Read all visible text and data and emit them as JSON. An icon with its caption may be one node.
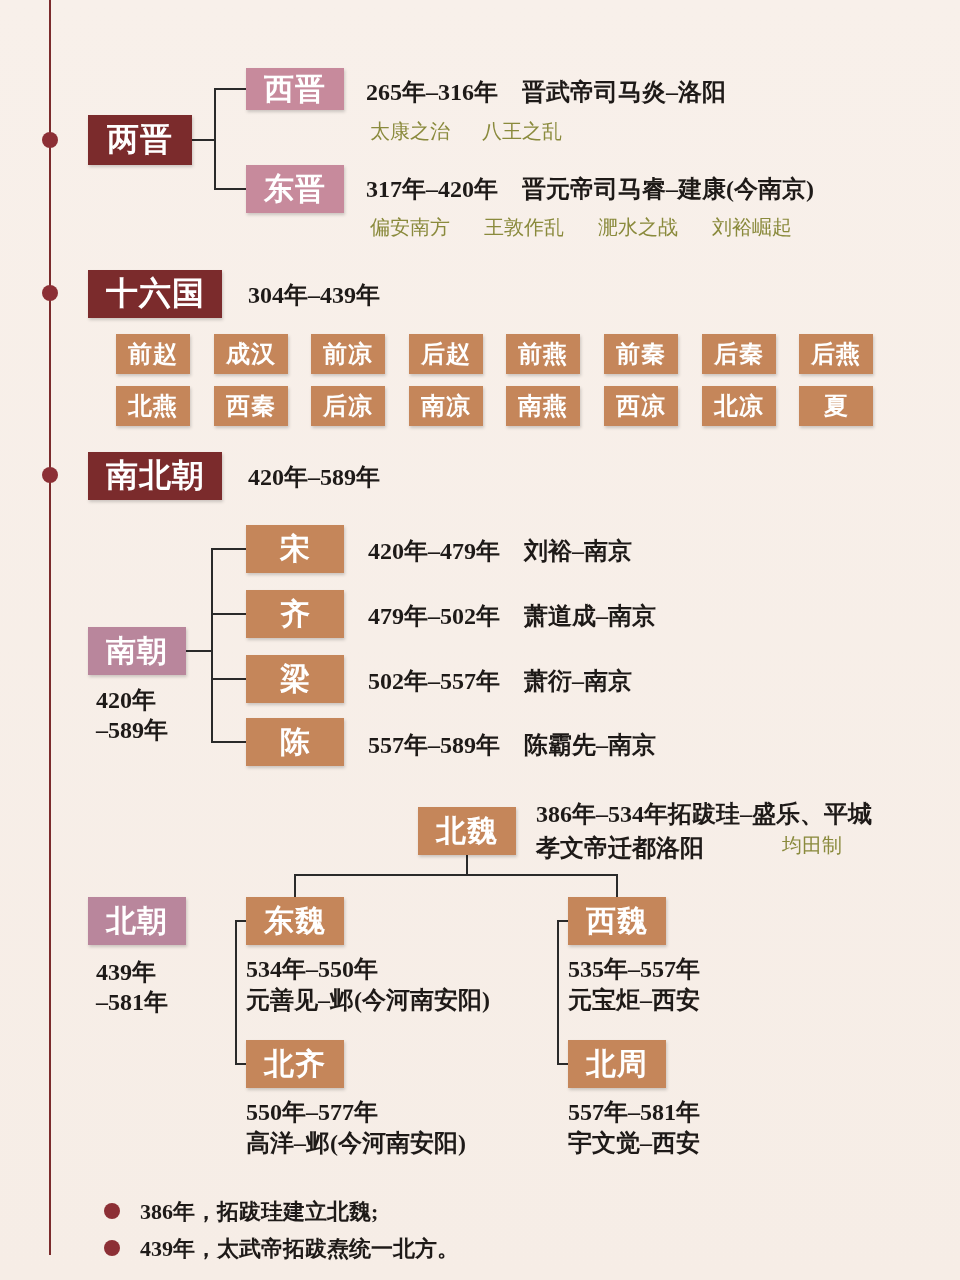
{
  "diagram": {
    "nodes": [
      {
        "text": [
          "两晋"
        ]
      },
      {
        "text": [
          "西晋"
        ],
        "beside": [
          "265年–316年　晋武帝司马炎–洛阳",
          "太康之治",
          "八王之乱"
        ]
      },
      {
        "text": [
          "东晋"
        ],
        "beside": [
          "317年–420年　晋元帝司马睿–建康(今南京)",
          "偏安南方",
          "王敦作乱",
          "淝水之战",
          "刘裕崛起"
        ]
      },
      {
        "text": [
          "十六国"
        ],
        "beside": [
          "304年–439年"
        ]
      },
      {
        "text": [
          "前赵"
        ]
      },
      {
        "text": [
          "成汉"
        ]
      },
      {
        "text": [
          "前凉"
        ]
      },
      {
        "text": [
          "后赵"
        ]
      },
      {
        "text": [
          "前燕"
        ]
      },
      {
        "text": [
          "前秦"
        ]
      },
      {
        "text": [
          "后秦"
        ]
      },
      {
        "text": [
          "后燕"
        ]
      },
      {
        "text": [
          "北燕"
        ]
      },
      {
        "text": [
          "西秦"
        ]
      },
      {
        "text": [
          "后凉"
        ]
      },
      {
        "text": [
          "南凉"
        ]
      },
      {
        "text": [
          "南燕"
        ]
      },
      {
        "text": [
          "西凉"
        ]
      },
      {
        "text": [
          "北凉"
        ]
      },
      {
        "text": [
          "夏"
        ]
      },
      {
        "text": [
          "南北朝"
        ],
        "beside": [
          "420年–589年"
        ]
      },
      {
        "text": [
          "南朝"
        ],
        "beside": [
          "420年",
          "–589年"
        ]
      },
      {
        "text": [
          "宋"
        ],
        "beside": [
          "420年–479年　刘裕–南京"
        ]
      },
      {
        "text": [
          "齐"
        ],
        "beside": [
          "479年–502年　萧道成–南京"
        ]
      },
      {
        "text": [
          "梁"
        ],
        "beside": [
          "502年–557年　萧衍–南京"
        ]
      },
      {
        "text": [
          "陈"
        ],
        "beside": [
          "557年–589年　陈霸先–南京"
        ]
      },
      {
        "text": [
          "北朝"
        ],
        "beside": [
          "439年",
          "–581年"
        ]
      },
      {
        "text": [
          "北魏"
        ],
        "beside": [
          "386年–534年拓跋珪–盛乐、平城",
          "孝文帝迁都洛阳",
          "均田制"
        ]
      },
      {
        "text": [
          "东魏"
        ],
        "beside": [
          "534年–550年",
          "元善见–邺(今河南安阳)"
        ]
      },
      {
        "text": [
          "西魏"
        ],
        "beside": [
          "535年–557年",
          "元宝炬–西安"
        ]
      },
      {
        "text": [
          "北齐"
        ],
        "beside": [
          "550年–577年",
          "高洋–邺(今河南安阳)"
        ]
      },
      {
        "text": [
          "北周"
        ],
        "beside": [
          "557年–581年",
          "宇文觉–西安"
        ]
      }
    ],
    "edges": [
      {
        "from": 0,
        "to": 1,
        "arrow": "none"
      },
      {
        "from": 0,
        "to": 2,
        "arrow": "none"
      },
      {
        "from": 21,
        "to": 22,
        "arrow": "none"
      },
      {
        "from": 21,
        "to": 23,
        "arrow": "none"
      },
      {
        "from": 21,
        "to": 24,
        "arrow": "none"
      },
      {
        "from": 21,
        "to": 25,
        "arrow": "none"
      },
      {
        "from": 27,
        "to": 28,
        "arrow": "none"
      },
      {
        "from": 27,
        "to": 29,
        "arrow": "none"
      },
      {
        "from": 28,
        "to": 30,
        "arrow": "none"
      },
      {
        "from": 29,
        "to": 31,
        "arrow": "none"
      }
    ],
    "labels": [
      "386年，拓跋珪建立北魏;",
      "439年，太武帝拓跋焘统一北方。"
    ]
  }
}
